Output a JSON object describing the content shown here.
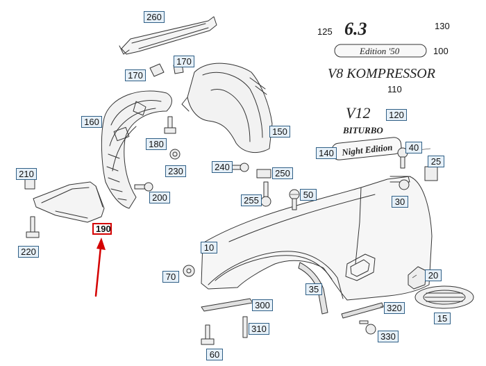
{
  "callouts": {
    "c10": "10",
    "c15": "15",
    "c20": "20",
    "c25": "25",
    "c30": "30",
    "c35": "35",
    "c40": "40",
    "c50": "50",
    "c60": "60",
    "c70": "70",
    "c100": "100",
    "c110": "110",
    "c120": "120",
    "c125": "125",
    "c130": "130",
    "c140": "140",
    "c150": "150",
    "c160": "160",
    "c170a": "170",
    "c170b": "170",
    "c180": "180",
    "c190": "190",
    "c200": "200",
    "c210": "210",
    "c220": "220",
    "c230": "230",
    "c240": "240",
    "c250": "250",
    "c255": "255",
    "c260": "260",
    "c300": "300",
    "c310": "310",
    "c320": "320",
    "c330": "330"
  },
  "emblems": {
    "badge_63": "6.3",
    "edition_50": "Edition '50",
    "v8_kompressor": "V8 KOMPRESSOR",
    "v12": "V12",
    "biturbo": "BITURBO",
    "night_edition": "Night Edition"
  },
  "colors": {
    "highlight": "#d40000",
    "callout_fill": "#e6f0f8",
    "callout_border": "#2f5f86",
    "line_art": "#333333"
  },
  "highlighted_callout": "190"
}
